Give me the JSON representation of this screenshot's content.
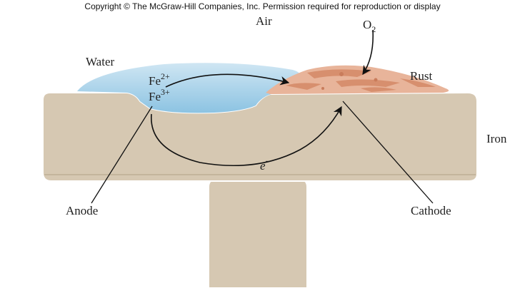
{
  "copyright": "Copyright © The McGraw-Hill Companies, Inc. Permission required for reproduction or display",
  "labels": {
    "air": "Air",
    "o2_base": "O",
    "o2_sub": "2",
    "water": "Water",
    "rust": "Rust",
    "fe2_base": "Fe",
    "fe2_sup": "2+",
    "fe3_base": "Fe",
    "fe3_sup": "3+",
    "iron": "Iron",
    "electron_base": "e",
    "electron_sup": "−",
    "anode": "Anode",
    "cathode": "Cathode"
  },
  "colors": {
    "iron": "#d6c8b2",
    "iron_stroke": "#ffffff",
    "water": "#a9d3ea",
    "rust": "#e8b49a",
    "rust_dark": "#d78f6e",
    "arrow": "#111111"
  }
}
